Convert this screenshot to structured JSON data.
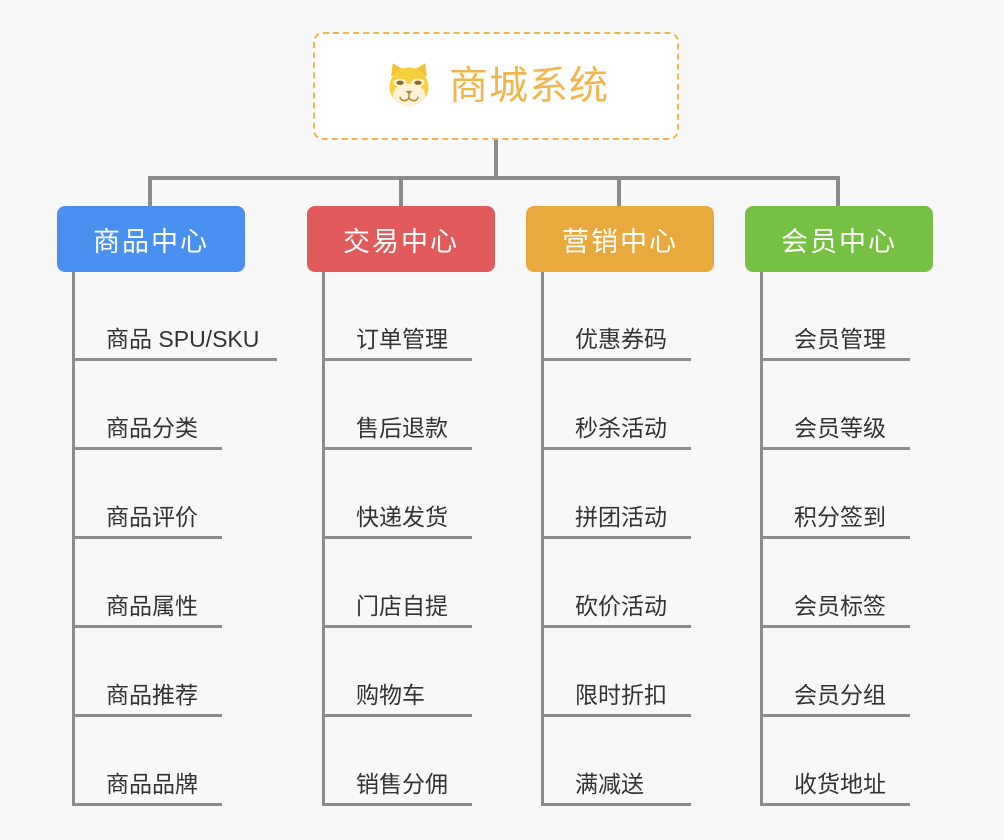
{
  "background_color": "#f8f8f8",
  "root": {
    "title": "商城系统",
    "icon": "dog-face-icon",
    "text_color": "#f0b64a",
    "border_color": "#f0b64a",
    "fill_color": "#ffffff"
  },
  "line_color": "#8c8c8c",
  "branches": [
    {
      "label": "商品中心",
      "color": "#4a90f0",
      "items": [
        "商品 SPU/SKU",
        "商品分类",
        "商品评价",
        "商品属性",
        "商品推荐",
        "商品品牌"
      ]
    },
    {
      "label": "交易中心",
      "color": "#e25b5b",
      "items": [
        "订单管理",
        "售后退款",
        "快递发货",
        "门店自提",
        "购物车",
        "销售分佣"
      ]
    },
    {
      "label": "营销中心",
      "color": "#eaa93c",
      "items": [
        "优惠券码",
        "秒杀活动",
        "拼团活动",
        "砍价活动",
        "限时折扣",
        "满减送"
      ]
    },
    {
      "label": "会员中心",
      "color": "#76c043",
      "items": [
        "会员管理",
        "会员等级",
        "积分签到",
        "会员标签",
        "会员分组",
        "收货地址"
      ]
    }
  ]
}
